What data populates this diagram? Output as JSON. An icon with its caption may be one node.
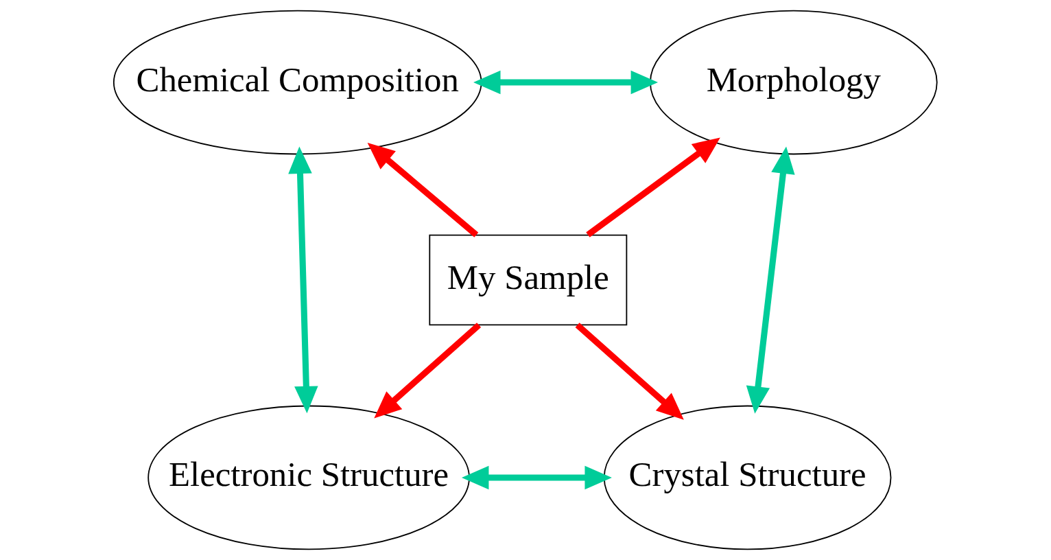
{
  "diagram": {
    "nodes": [
      {
        "text": [
          "Chemical Composition"
        ]
      },
      {
        "text": [
          "Morphology"
        ]
      },
      {
        "text": [
          "My Sample"
        ]
      },
      {
        "text": [
          "Electronic Structure"
        ]
      },
      {
        "text": [
          "Crystal Structure"
        ]
      }
    ],
    "edges": [
      {
        "from": 2,
        "to": 0,
        "arrow": "to",
        "color": "#ff0000"
      },
      {
        "from": 2,
        "to": 1,
        "arrow": "to",
        "color": "#ff0000"
      },
      {
        "from": 2,
        "to": 3,
        "arrow": "to",
        "color": "#ff0000"
      },
      {
        "from": 2,
        "to": 4,
        "arrow": "to",
        "color": "#ff0000"
      },
      {
        "from": 0,
        "to": 1,
        "arrow": "both",
        "color": "#00cc99"
      },
      {
        "from": 0,
        "to": 3,
        "arrow": "both",
        "color": "#00cc99"
      },
      {
        "from": 1,
        "to": 4,
        "arrow": "both",
        "color": "#00cc99"
      },
      {
        "from": 3,
        "to": 4,
        "arrow": "both",
        "color": "#00cc99"
      }
    ]
  }
}
